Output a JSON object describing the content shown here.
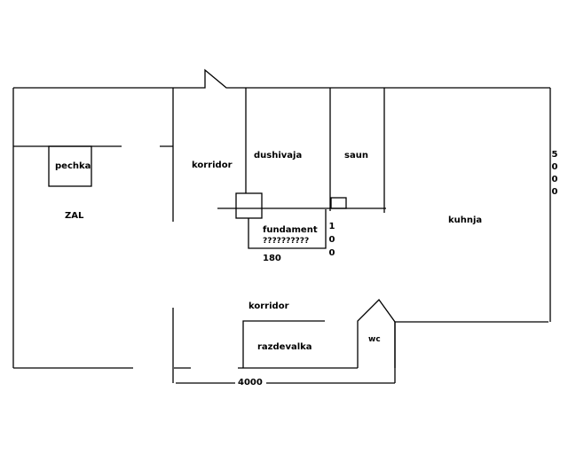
{
  "rooms": {
    "pechka": "pechka",
    "zal": "ZAL",
    "korridor_top": "korridor",
    "dushivaja": "dushivaja",
    "saun": "saun",
    "fundament": "fundament",
    "fundament_note": "??????????",
    "kuhnja": "kuhnja",
    "korridor_bottom": "korridor",
    "razdevalka": "razdevalka",
    "wc": "wc"
  },
  "dimensions": {
    "fundament_width": "180",
    "fundament_height": [
      "1",
      "0",
      "0"
    ],
    "total_width": "4000",
    "total_depth": [
      "5",
      "0",
      "0",
      "0"
    ]
  }
}
